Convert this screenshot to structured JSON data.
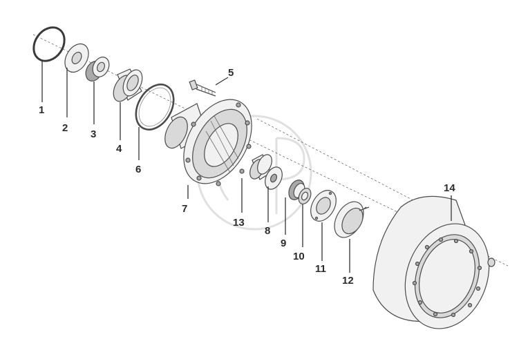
{
  "callouts": [
    "1",
    "2",
    "3",
    "4",
    "5",
    "6",
    "7",
    "13",
    "8",
    "9",
    "10",
    "11",
    "12",
    "14"
  ],
  "colors": {
    "line": "#4a4a4a",
    "shade": "#d9d9d9",
    "watermark": "#e0e0e0",
    "label": "#2b2b2b"
  }
}
